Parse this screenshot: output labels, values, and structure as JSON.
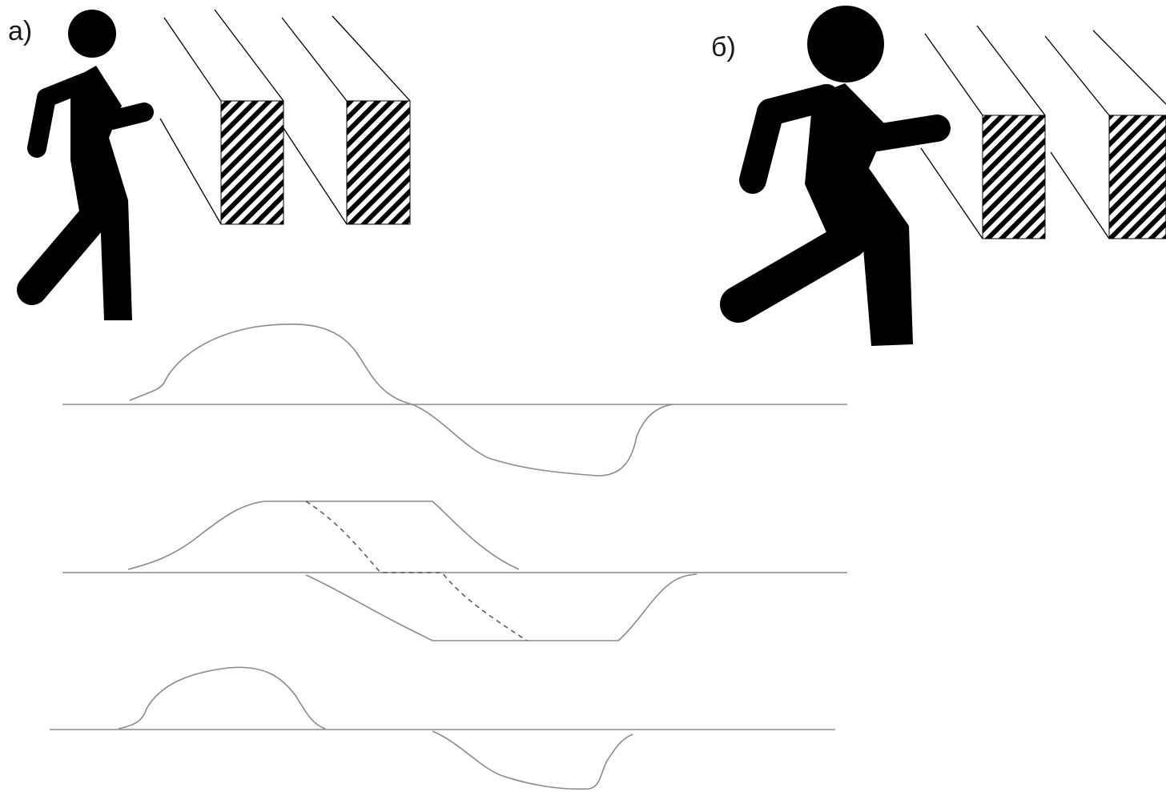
{
  "panels": [
    {
      "id": "a",
      "label": "а)"
    },
    {
      "id": "b",
      "label": "б)"
    }
  ],
  "colors": {
    "figure": "#000000",
    "line": "#8a8a8a",
    "stripe": "#000000",
    "background": "#ffffff"
  },
  "icons": {
    "walker": "walking-person-icon",
    "stripes": "hatched-post-icon"
  },
  "signals": [
    {
      "name": "",
      "style": "solid"
    },
    {
      "name": "",
      "style": "solid-with-dashed-transitions"
    },
    {
      "name": "",
      "style": "solid"
    }
  ]
}
